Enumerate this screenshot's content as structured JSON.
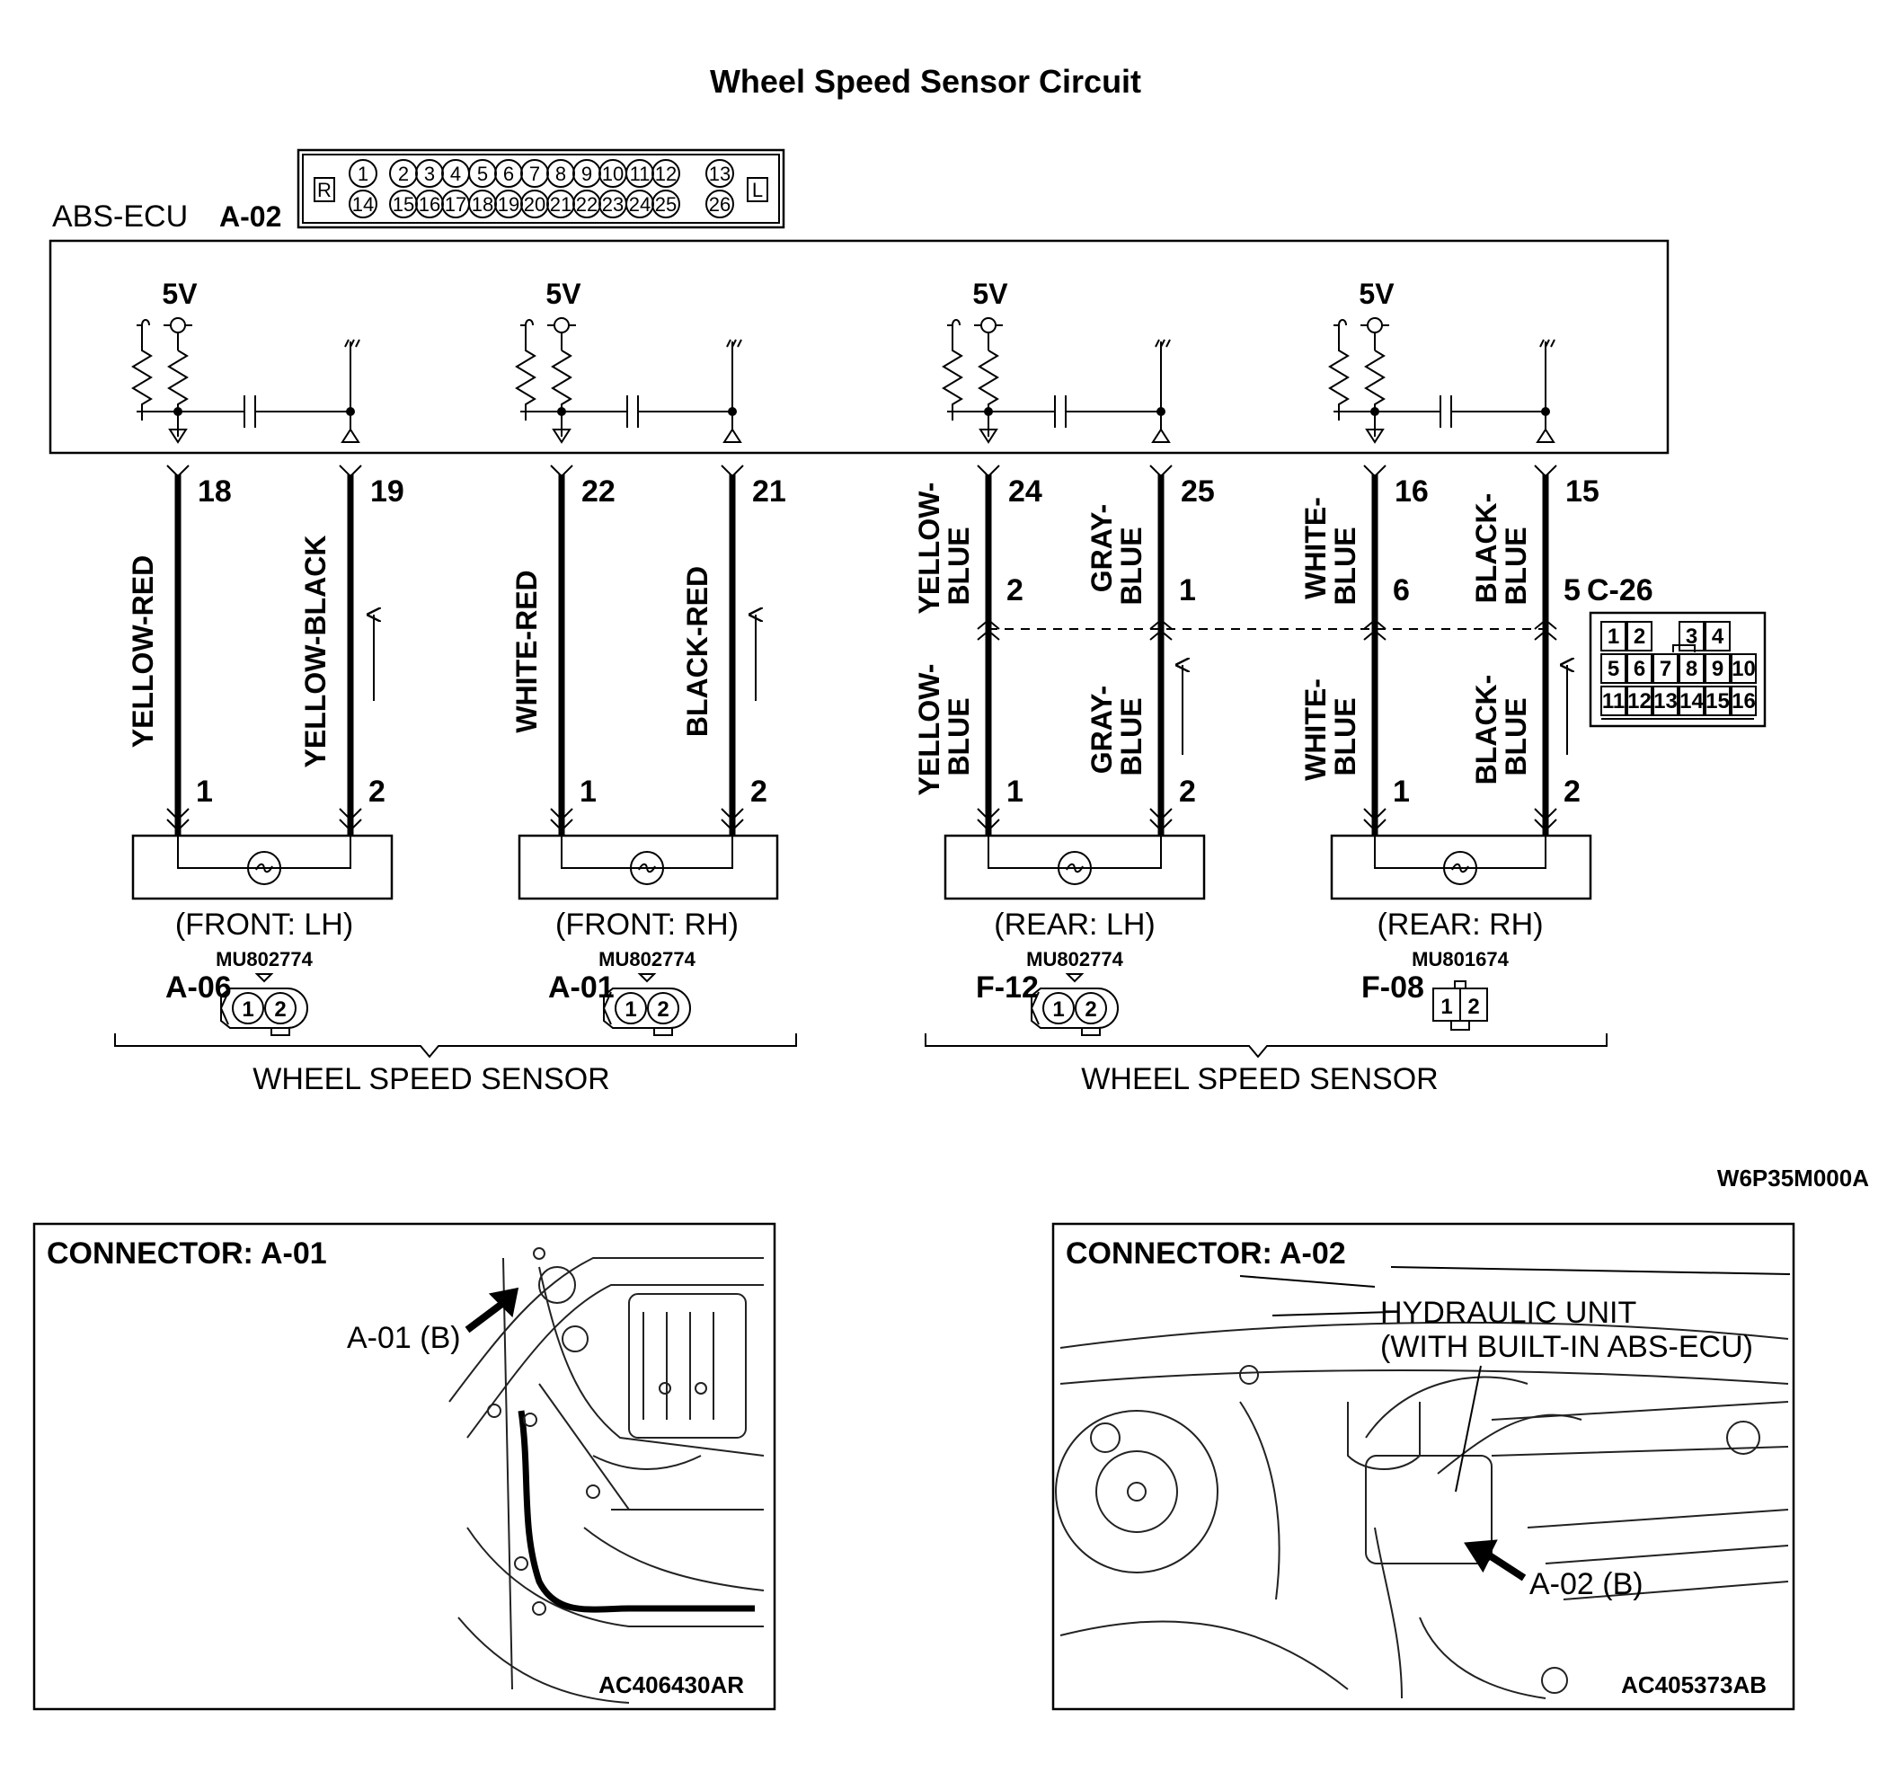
{
  "title": "Wheel Speed Sensor Circuit",
  "ecu": {
    "name": "ABS-ECU",
    "connector_id": "A-02",
    "side_left": "R",
    "side_right": "L",
    "pins_top": [
      "1",
      "2",
      "3",
      "4",
      "5",
      "6",
      "7",
      "8",
      "9",
      "10",
      "11",
      "12",
      "13"
    ],
    "pins_bottom": [
      "14",
      "15",
      "16",
      "17",
      "18",
      "19",
      "20",
      "21",
      "22",
      "23",
      "24",
      "25",
      "26"
    ],
    "supply_label": "5V"
  },
  "circuits": [
    {
      "ecu_pins": [
        "18",
        "19"
      ],
      "wires": [
        "YELLOW-RED",
        "YELLOW-BLACK"
      ],
      "sensor_pins": [
        "1",
        "2"
      ],
      "sensor_label": "(FRONT: LH)",
      "connector_id": "A-06",
      "part_number": "MU802774"
    },
    {
      "ecu_pins": [
        "22",
        "21"
      ],
      "wires": [
        "WHITE-RED",
        "BLACK-RED"
      ],
      "sensor_pins": [
        "1",
        "2"
      ],
      "sensor_label": "(FRONT: RH)",
      "connector_id": "A-01",
      "part_number": "MU802774"
    },
    {
      "ecu_pins": [
        "24",
        "25"
      ],
      "wires_upper": [
        "YELLOW- BLUE",
        "GRAY- BLUE"
      ],
      "mid_pins": [
        "2",
        "1"
      ],
      "wires_lower": [
        "YELLOW- BLUE",
        "GRAY- BLUE"
      ],
      "sensor_pins": [
        "1",
        "2"
      ],
      "sensor_label": "(REAR: LH)",
      "connector_id": "F-12",
      "part_number": "MU802774"
    },
    {
      "ecu_pins": [
        "16",
        "15"
      ],
      "wires_upper": [
        "WHITE- BLUE",
        "BLACK- BLUE"
      ],
      "mid_pins": [
        "6",
        "5"
      ],
      "wires_lower": [
        "WHITE- BLUE",
        "BLACK- BLUE"
      ],
      "sensor_pins": [
        "1",
        "2"
      ],
      "sensor_label": "(REAR: RH)",
      "connector_id": "F-08",
      "part_number": "MU801674"
    }
  ],
  "intermediate_connector": {
    "id": "C-26",
    "rows": [
      [
        "1",
        "2",
        "",
        "3",
        "4"
      ],
      [
        "5",
        "6",
        "7",
        "8",
        "9",
        "10"
      ],
      [
        "11",
        "12",
        "13",
        "14",
        "15",
        "16"
      ]
    ]
  },
  "group_labels": [
    "WHEEL SPEED SENSOR",
    "WHEEL SPEED SENSOR"
  ],
  "diagram_code": "W6P35M000A",
  "panels": [
    {
      "title": "CONNECTOR: A-01",
      "callout": "A-01 (B)",
      "code": "AC406430AR"
    },
    {
      "title": "CONNECTOR: A-02",
      "callout_unit_line1": "HYDRAULIC UNIT",
      "callout_unit_line2": "(WITH BUILT-IN ABS-ECU)",
      "callout": "A-02 (B)",
      "code": "AC405373AB"
    }
  ]
}
